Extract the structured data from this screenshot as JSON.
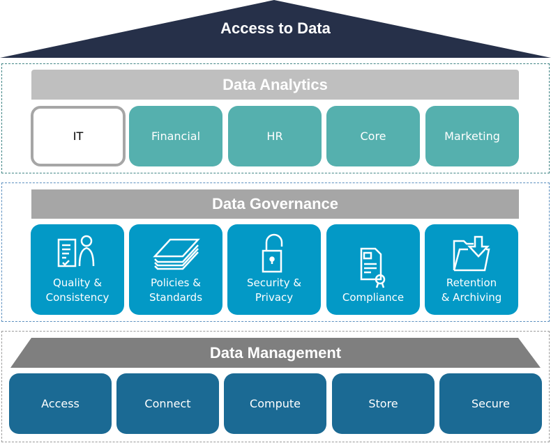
{
  "roof": {
    "title": "Access to Data"
  },
  "analytics": {
    "title": "Data Analytics",
    "tiles": [
      "IT",
      "Financial",
      "HR",
      "Core",
      "Marketing"
    ]
  },
  "governance": {
    "title": "Data Governance",
    "tiles": [
      {
        "line1": "Quality &",
        "line2": "Consistency",
        "icon": "document-person-icon"
      },
      {
        "line1": "Policies &",
        "line2": "Standards",
        "icon": "stacked-papers-icon"
      },
      {
        "line1": "Security &",
        "line2": "Privacy",
        "icon": "padlock-icon"
      },
      {
        "line1": "",
        "line2": "Compliance",
        "icon": "certificate-icon"
      },
      {
        "line1": "Retention",
        "line2": "& Archiving",
        "icon": "folder-download-icon"
      }
    ]
  },
  "management": {
    "title": "Data Management",
    "tiles": [
      "Access",
      "Connect",
      "Compute",
      "Store",
      "Secure"
    ]
  },
  "colors": {
    "roof": "#263049",
    "analytics_tile": "#55b0ae",
    "governance_tile": "#0399c6",
    "management_tile": "#1b6a94"
  }
}
